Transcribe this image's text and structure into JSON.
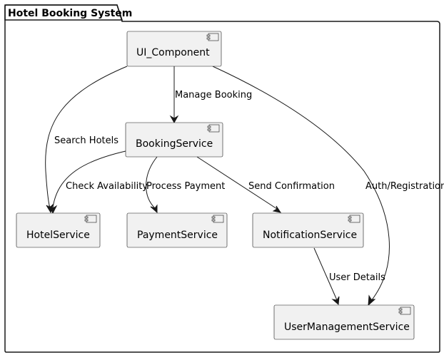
{
  "package": {
    "title": "Hotel Booking System"
  },
  "components": {
    "ui": "UI_Component",
    "booking": "BookingService",
    "hotel": "HotelService",
    "payment": "PaymentService",
    "notification": "NotificationService",
    "user_management": "UserManagementService"
  },
  "edges": {
    "manage_booking": "Manage Booking",
    "search_hotels": "Search Hotels",
    "auth_registration": "Auth/Registration",
    "check_availability": "Check Availability",
    "process_payment": "Process Payment",
    "send_confirmation": "Send Confirmation",
    "user_details": "User Details"
  }
}
